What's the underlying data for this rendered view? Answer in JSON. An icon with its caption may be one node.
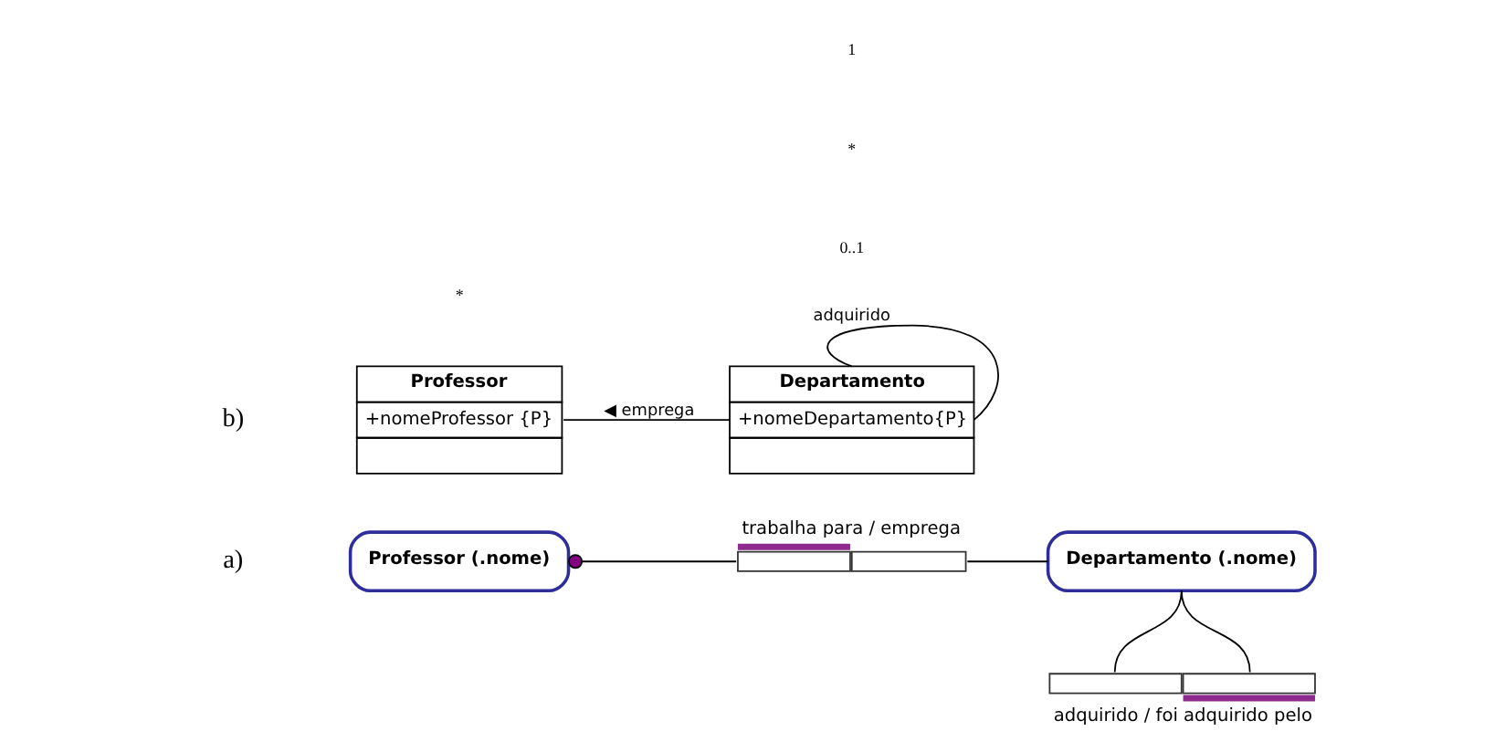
{
  "diagram": {
    "nodes": [
      {
        "text": [
          "Professor (.nome)"
        ]
      },
      {
        "text": [],
        "shape": "box",
        "beside": [
          "trabalha para / emprega"
        ]
      },
      {
        "text": [
          "Departamento (.nome)"
        ]
      },
      {
        "text": [],
        "shape": "box",
        "beside": [
          "adquirido / foi adquirido pelo"
        ]
      },
      {
        "text": [
          "Professor",
          "+nomeProfessor {P}"
        ]
      },
      {
        "text": [
          "Departamento",
          "+nomeDepartamento{P}"
        ]
      }
    ],
    "edges": [
      {
        "from": 0,
        "to": 1,
        "arrow": "other"
      },
      {
        "from": 1,
        "to": 2,
        "arrow": "none"
      },
      {
        "from": 2,
        "to": 3,
        "arrow": "none"
      },
      {
        "from": 2,
        "to": 3,
        "arrow": "none"
      },
      {
        "from": 4,
        "to": 5,
        "arrow": "none",
        "label": "◀ emprega"
      },
      {
        "from": 5,
        "to": 5,
        "arrow": "none",
        "label": "adquirido"
      }
    ],
    "labels": [
      "a)",
      "b)",
      "0..1",
      "*",
      "1",
      "*"
    ]
  }
}
